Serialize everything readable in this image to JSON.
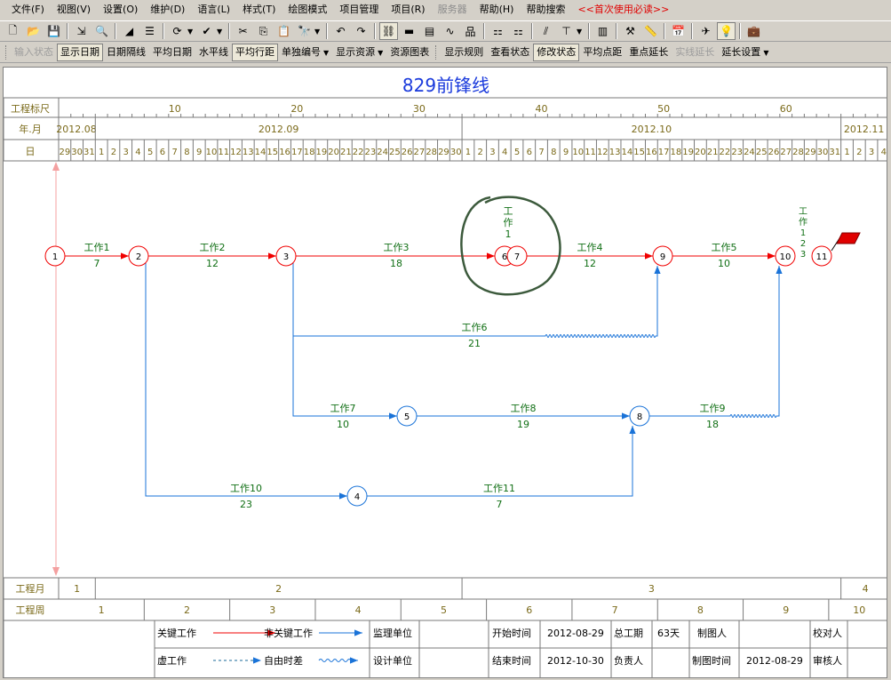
{
  "menu": [
    {
      "label": "文件(F)",
      "state": "normal"
    },
    {
      "label": "视图(V)",
      "state": "normal"
    },
    {
      "label": "设置(O)",
      "state": "normal"
    },
    {
      "label": "维护(D)",
      "state": "normal"
    },
    {
      "label": "语言(L)",
      "state": "normal"
    },
    {
      "label": "样式(T)",
      "state": "normal"
    },
    {
      "label": "绘图模式",
      "state": "normal"
    },
    {
      "label": "项目管理",
      "state": "normal"
    },
    {
      "label": "项目(R)",
      "state": "normal"
    },
    {
      "label": "服务器",
      "state": "disabled"
    },
    {
      "label": "帮助(H)",
      "state": "normal"
    },
    {
      "label": "帮助搜索",
      "state": "normal"
    },
    {
      "label": "<<首次使用必读>>",
      "state": "highlight"
    }
  ],
  "toolbar1": [
    {
      "icon": "new-file-icon",
      "glyph": "🗋"
    },
    {
      "icon": "open-folder-icon",
      "glyph": "📂"
    },
    {
      "icon": "save-icon",
      "glyph": "💾"
    },
    {
      "sep": true
    },
    {
      "icon": "export-icon",
      "glyph": "⇲"
    },
    {
      "icon": "print-preview-icon",
      "glyph": "🔍"
    },
    {
      "sep": true
    },
    {
      "icon": "triangle-icon",
      "glyph": "◢"
    },
    {
      "icon": "align-icon",
      "glyph": "☰"
    },
    {
      "sep": true
    },
    {
      "icon": "refresh-icon",
      "glyph": "⟳",
      "dd": true
    },
    {
      "icon": "check-icon",
      "glyph": "✔",
      "dd": true
    },
    {
      "sep": true
    },
    {
      "icon": "cut-icon",
      "glyph": "✂"
    },
    {
      "icon": "copy-icon",
      "glyph": "⎘"
    },
    {
      "icon": "paste-icon",
      "glyph": "📋"
    },
    {
      "icon": "find-icon",
      "glyph": "🔭",
      "dd": true
    },
    {
      "sep": true
    },
    {
      "icon": "undo-icon",
      "glyph": "↶"
    },
    {
      "icon": "redo-icon",
      "glyph": "↷"
    },
    {
      "sep": true
    },
    {
      "icon": "network-link-icon",
      "glyph": "⛓",
      "pressed": true
    },
    {
      "icon": "bar-chart-icon",
      "glyph": "▬"
    },
    {
      "icon": "schedule-icon",
      "glyph": "▤"
    },
    {
      "icon": "curve-icon",
      "glyph": "∿"
    },
    {
      "icon": "org-chart-icon",
      "glyph": "品"
    },
    {
      "sep": true
    },
    {
      "icon": "grid-red-icon",
      "glyph": "⚏"
    },
    {
      "icon": "grid-red2-icon",
      "glyph": "⚏"
    },
    {
      "sep": true
    },
    {
      "icon": "hierarchy-icon",
      "glyph": "⫽"
    },
    {
      "icon": "tee-icon",
      "glyph": "⊤",
      "dd": true
    },
    {
      "sep": true
    },
    {
      "icon": "library-icon",
      "glyph": "▥"
    },
    {
      "sep": true
    },
    {
      "icon": "tools-icon",
      "glyph": "⚒"
    },
    {
      "icon": "ruler-icon",
      "glyph": "📏"
    },
    {
      "sep": true
    },
    {
      "icon": "calendar-icon",
      "glyph": "📅"
    },
    {
      "sep": true
    },
    {
      "icon": "plane-icon",
      "glyph": "✈"
    },
    {
      "icon": "bulb-icon",
      "glyph": "💡",
      "pressed": true
    },
    {
      "sep": true
    },
    {
      "icon": "briefcase-icon",
      "glyph": "💼"
    }
  ],
  "toolbar2": [
    {
      "label": "输入状态",
      "state": "disabled"
    },
    {
      "label": "显示日期",
      "state": "pressed"
    },
    {
      "label": "日期隔线",
      "state": "normal"
    },
    {
      "label": "平均日期",
      "state": "normal"
    },
    {
      "label": "水平线",
      "state": "normal"
    },
    {
      "label": "平均行距",
      "state": "pressed"
    },
    {
      "label": "单独编号",
      "state": "normal",
      "dd": true
    },
    {
      "label": "显示资源",
      "state": "normal",
      "dd": true
    },
    {
      "label": "资源图表",
      "state": "normal"
    },
    {
      "grip": true
    },
    {
      "label": "显示规则",
      "state": "normal"
    },
    {
      "label": "查看状态",
      "state": "normal"
    },
    {
      "label": "修改状态",
      "state": "pressed"
    },
    {
      "label": "平均点距",
      "state": "normal"
    },
    {
      "label": "重点延长",
      "state": "normal"
    },
    {
      "label": "实线延长",
      "state": "disabled"
    },
    {
      "label": "延长设置",
      "state": "normal",
      "dd": true
    }
  ],
  "chart": {
    "title": "829前锋线",
    "row_labels": {
      "scale": "工程标尺",
      "month": "年.月",
      "day": "日",
      "proj_month": "工程月",
      "proj_week": "工程周"
    },
    "scale_ticks": [
      "10",
      "20",
      "30",
      "40",
      "50",
      "60"
    ],
    "months": [
      "2012.08",
      "2012.09",
      "2012.10",
      "2012.11"
    ],
    "days": [
      "29",
      "30",
      "31",
      "1",
      "2",
      "3",
      "4",
      "5",
      "6",
      "7",
      "8",
      "9",
      "10",
      "11",
      "12",
      "13",
      "14",
      "15",
      "16",
      "17",
      "18",
      "19",
      "20",
      "21",
      "22",
      "23",
      "24",
      "25",
      "26",
      "27",
      "28",
      "29",
      "30",
      "1",
      "2",
      "3",
      "4",
      "5",
      "6",
      "7",
      "8",
      "9",
      "10",
      "11",
      "12",
      "13",
      "14",
      "15",
      "16",
      "17",
      "18",
      "19",
      "20",
      "21",
      "22",
      "23",
      "24",
      "25",
      "26",
      "27",
      "28",
      "29",
      "30",
      "31",
      "1",
      "2",
      "3",
      "4"
    ],
    "proj_months": [
      "1",
      "2",
      "3",
      "4"
    ],
    "proj_weeks": [
      "1",
      "2",
      "3",
      "4",
      "5",
      "6",
      "7",
      "8",
      "9",
      "10"
    ],
    "nodes": [
      "1",
      "2",
      "3",
      "4",
      "5",
      "6",
      "7",
      "8",
      "9",
      "10",
      "11"
    ],
    "tasks": [
      {
        "name": "工作1",
        "duration": "7",
        "type": "critical"
      },
      {
        "name": "工作2",
        "duration": "12",
        "type": "critical"
      },
      {
        "name": "工作3",
        "duration": "18",
        "type": "critical"
      },
      {
        "name": "工作4",
        "duration": "12",
        "type": "critical"
      },
      {
        "name": "工作5",
        "duration": "10",
        "type": "critical"
      },
      {
        "name": "工作6",
        "duration": "21",
        "type": "noncritical"
      },
      {
        "name": "工作7",
        "duration": "10",
        "type": "noncritical"
      },
      {
        "name": "工作8",
        "duration": "19",
        "type": "noncritical"
      },
      {
        "name": "工作9",
        "duration": "18",
        "type": "noncritical"
      },
      {
        "name": "工作10",
        "duration": "23",
        "type": "noncritical"
      },
      {
        "name": "工作11",
        "duration": "7",
        "type": "noncritical"
      }
    ],
    "vertical_label_1": [
      "工",
      "作",
      "1"
    ],
    "vertical_label_2": [
      "工",
      "作",
      "1",
      "2",
      "3"
    ],
    "colors": {
      "critical": "#f00000",
      "noncritical": "#1a73d8",
      "label": "#127016",
      "header": "#7b6a1a",
      "frontline": "#f4a0a0",
      "circle": "#3c5a3c",
      "flag": "#e00000"
    }
  },
  "legend": {
    "critical": "关键工作",
    "noncritical": "非关键工作",
    "dummy": "虚工作",
    "free_float": "自由时差",
    "supervisor_unit": "监理单位",
    "design_unit": "设计单位",
    "start_label": "开始时间",
    "start_value": "2012-08-29",
    "end_label": "结束时间",
    "end_value": "2012-10-30",
    "total_label": "总工期",
    "total_value": "63天",
    "responsible": "负责人",
    "drafter": "制图人",
    "draw_time_label": "制图时间",
    "draw_time_value": "2012-08-29",
    "proofreader": "校对人",
    "reviewer": "审核人"
  }
}
